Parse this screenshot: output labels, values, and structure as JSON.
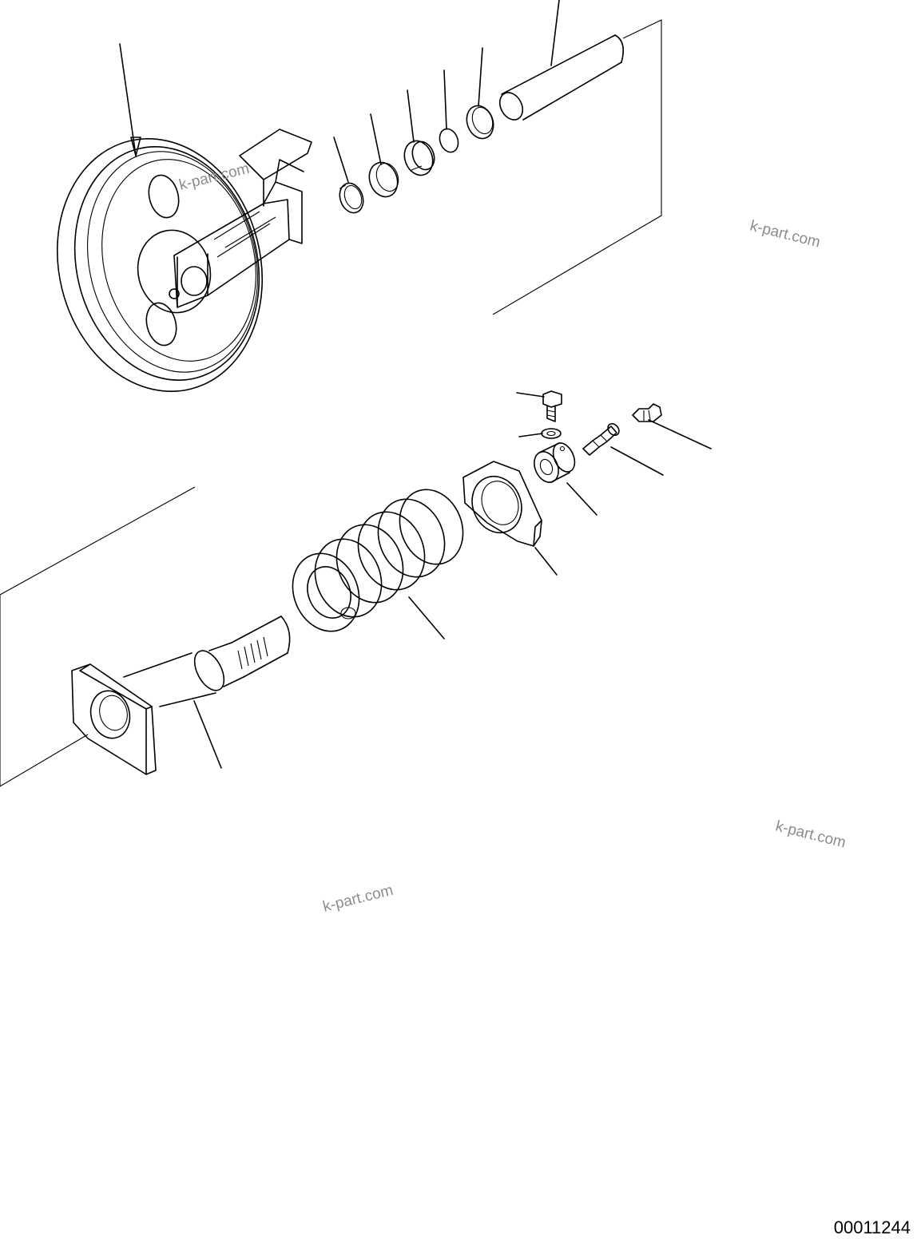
{
  "watermarks": [
    "k-part.com",
    "k-part.com",
    "k-part.com",
    "k-part.com"
  ],
  "drawing_number": "00011244",
  "parts": [
    "idler-assembly",
    "snap-ring",
    "collar",
    "bushing",
    "o-ring",
    "seal-ring",
    "idler-shaft",
    "bolt",
    "washer",
    "elbow-grease-fitting",
    "straight-grease-fitting",
    "nut",
    "spring-seat",
    "recoil-spring",
    "cylinder-rod"
  ]
}
